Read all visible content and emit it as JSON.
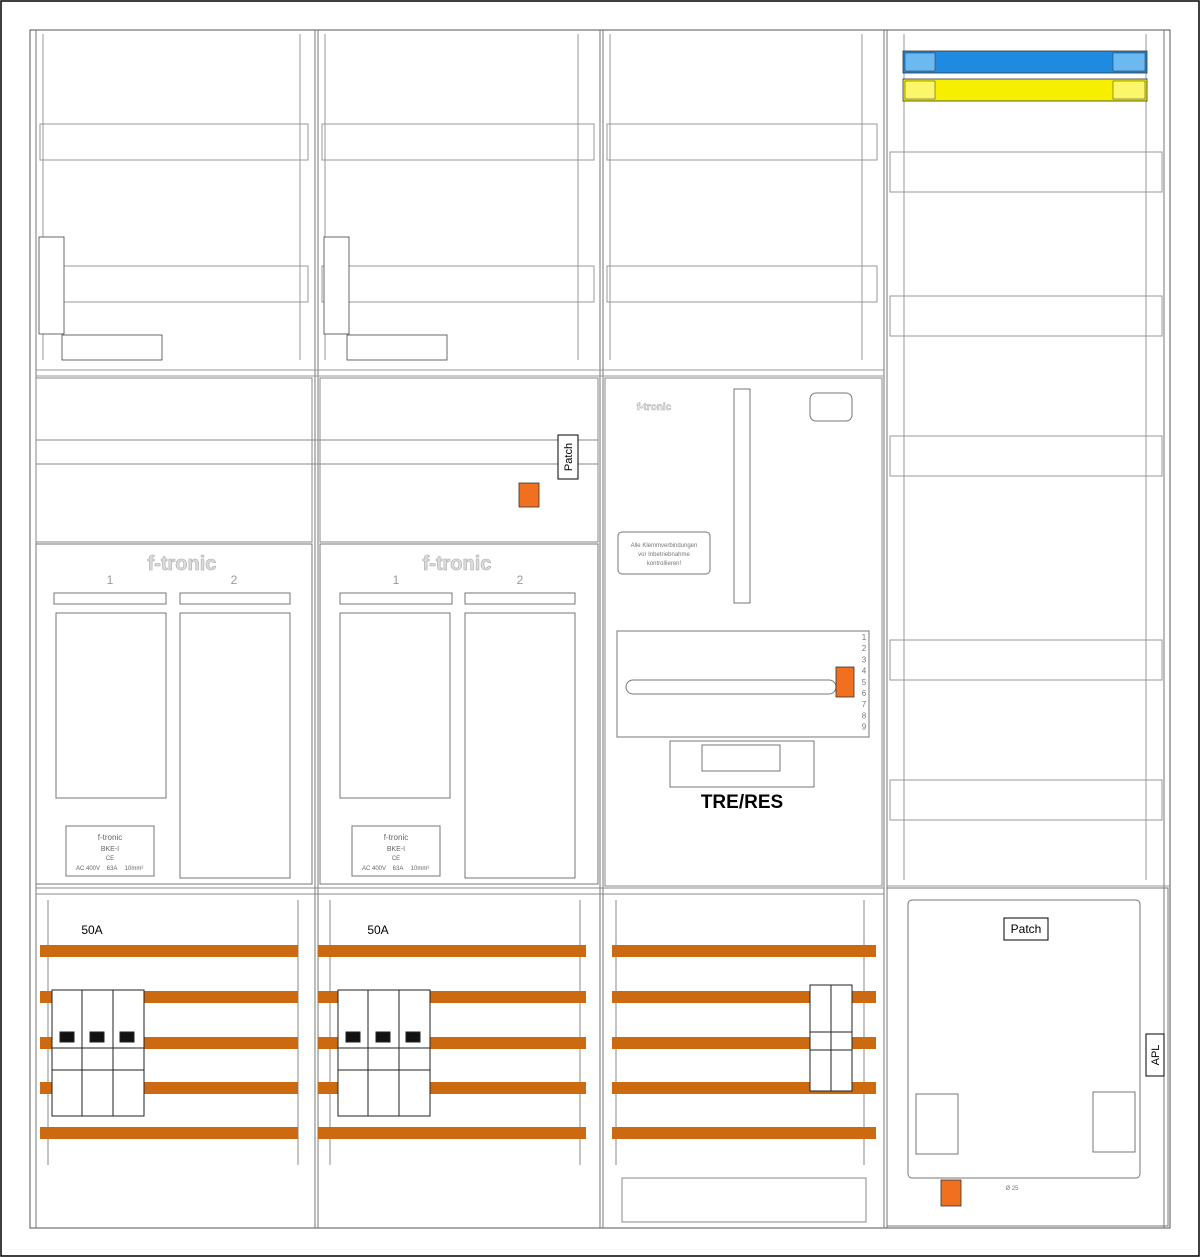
{
  "colors": {
    "copper": "#cc6a12",
    "neutral_blue": "#1e8be0",
    "pe_yellow": "#f6f000",
    "terminal_orange": "#f07020",
    "line": "#444444",
    "faint": "#b0b0b0"
  },
  "brand": "f-tronic",
  "field1": {
    "slot1": "1",
    "slot2": "2",
    "plate": {
      "brand": "f-tronic",
      "model": "BKE-I",
      "ce": "CE",
      "rating1": "AC 400V",
      "rating2": "63A",
      "rating3": "10mm²"
    },
    "breaker_rating": "50A"
  },
  "field2": {
    "slot1": "1",
    "slot2": "2",
    "plate": {
      "brand": "f-tronic",
      "model": "BKE-I",
      "ce": "CE",
      "rating1": "AC 400V",
      "rating2": "63A",
      "rating3": "10mm²"
    },
    "breaker_rating": "50A",
    "patch_label": "Patch"
  },
  "field3": {
    "brand": "f-tronic",
    "notice": [
      "Alle Klemmverbindungen",
      "vor Inbetriebnahme",
      "kontrollieren!"
    ],
    "tre_label": "TRE/RES",
    "ruler": [
      "1",
      "2",
      "3",
      "4",
      "5",
      "6",
      "7",
      "8",
      "9"
    ]
  },
  "field4": {
    "patch_label": "Patch",
    "apl_label": "APL",
    "size_label": "Ø 25"
  }
}
